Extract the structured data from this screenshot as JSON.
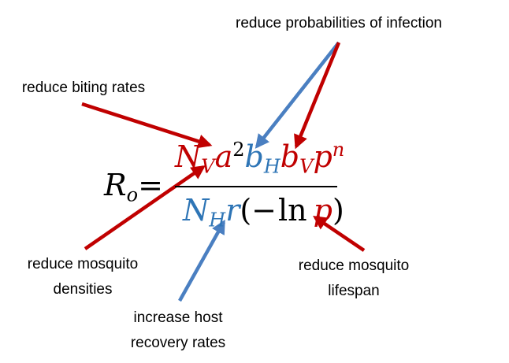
{
  "labels": {
    "infection": "reduce probabilities of infection",
    "biting": "reduce biting rates",
    "density_line1": "reduce mosquito",
    "density_line2": "densities",
    "lifespan_line1": "reduce mosquito",
    "lifespan_line2": "lifespan",
    "recovery_line1": "increase host",
    "recovery_line2": "recovery rates"
  },
  "formula": {
    "lhs": "R",
    "lhs_sub": "o",
    "equals": "=",
    "numerator": {
      "t1": "N",
      "t1_sub": "V",
      "t2": "a",
      "t2_sup": "2",
      "t3": "b",
      "t3_sub": "H",
      "t4": "b",
      "t4_sub": "V",
      "t5": "p",
      "t5_sup": "n"
    },
    "denominator": {
      "t1": "N",
      "t1_sub": "H",
      "t2": "r",
      "open": "(−",
      "ln": "ln",
      "t3": "p",
      "close": ")"
    }
  },
  "colors": {
    "red": "#c00000",
    "blue": "#2e75b6",
    "text": "#000000"
  }
}
